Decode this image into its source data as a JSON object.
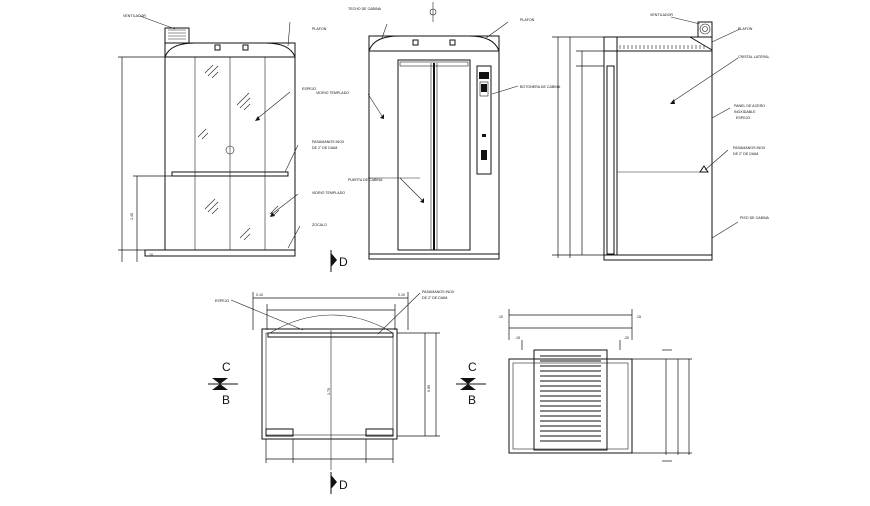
{
  "labels": {
    "ventilator_a": "VENTILADOR",
    "techo_cabina": "TECHO DE CABINA",
    "plafon_a": "PLAFON",
    "plafon_b": "PLAFON",
    "ventilator_b": "VENTILADOR",
    "plafon_c": "PLAFON",
    "espejo_a": "ESPEJO",
    "vidrio_templado_a": "VIDRIO TEMPLADO",
    "botonera_cabina": "BOTONERA DE CABINA",
    "cristal_lateral": "CRISTAL LATERAL",
    "pasamanos_a": "PASAMANOS INOX",
    "pasamanos_a2": "DE 2\" DE DIAM.",
    "puerta_cabina": "PUERTA DE CABINA",
    "vidrio_templado_b": "VIDRIO TEMPLADO",
    "zocalo": "ZOCALO",
    "panel_acero": "PANEL DE ACERO",
    "panel_acero2": "INOXIDABLE",
    "panel_acero3": "ESPEJO",
    "pasamanos_b": "PASAMANOS INOX",
    "pasamanos_b2": "DE 2\" DE DIAM.",
    "piso_cabina": "PISO DE CABINA",
    "espejo_b": "ESPEJO",
    "pasamanos_c": "PASAMANOS INOX",
    "pasamanos_c2": "DE 2\" DE DIAM."
  },
  "sections": {
    "d_top": "D",
    "d_bottom": "D",
    "c_left": "C",
    "b_left": "B",
    "c_right": "C",
    "b_right": "B"
  },
  "dims": {
    "height_main": "1.45",
    "width_plan": "1.70",
    "plan_depth": "0.95",
    "left_off": "0.10",
    "right_off": "0.10",
    "small_a": ".10",
    "small_b": ".10",
    "small_c": ".15",
    "small_d": ".15",
    "small_e": ".20"
  }
}
